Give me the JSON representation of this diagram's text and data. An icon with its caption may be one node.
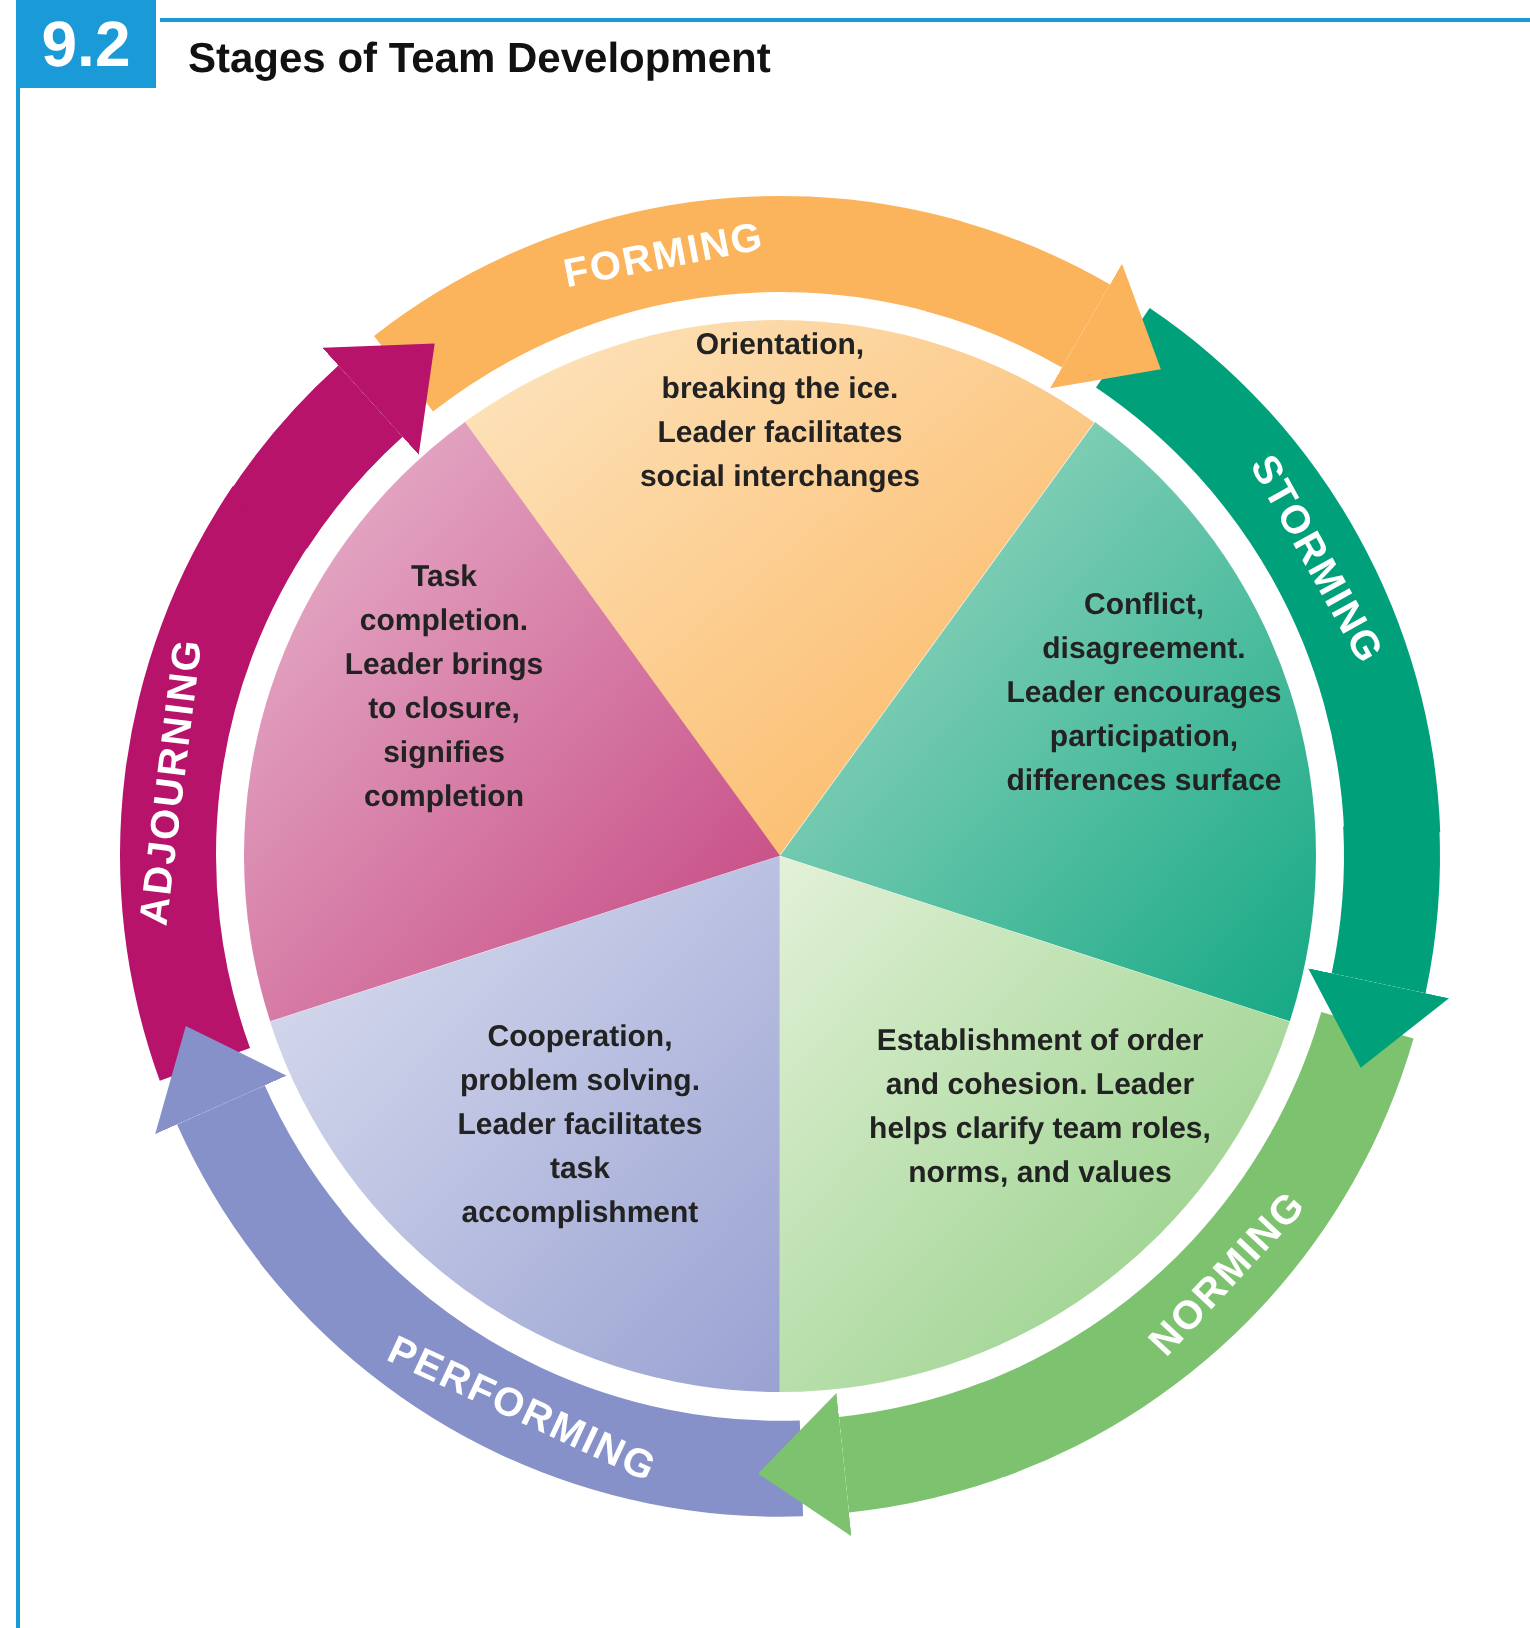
{
  "diagram": {
    "title": "Stages of Team Development",
    "nodes": [
      {
        "text": [
          "FORMING"
        ]
      },
      {
        "text": [
          "STORMING"
        ]
      },
      {
        "text": [
          "NORMING"
        ]
      },
      {
        "text": [
          "PERFORMING"
        ]
      },
      {
        "text": [
          "ADJOURNING"
        ]
      },
      {
        "text": [
          "Orientation, breaking the ice. Leader facilitates social interchanges"
        ]
      },
      {
        "text": [
          "Conflict, disagreement. Leader encourages participation, differences surface"
        ]
      },
      {
        "text": [
          "Establishment of order and cohesion. Leader helps clarify team roles, norms, and values"
        ]
      },
      {
        "text": [
          "Cooperation, problem solving. Leader facilitates task accomplishment"
        ]
      },
      {
        "text": [
          "Task completion. Leader brings to closure, signifies completion"
        ]
      }
    ],
    "edges": [
      {
        "from": 0,
        "to": 1,
        "arrow": "to",
        "color": "#fbb45c"
      },
      {
        "from": 1,
        "to": 2,
        "arrow": "to",
        "color": "#00a07a"
      },
      {
        "from": 2,
        "to": 3,
        "arrow": "to",
        "color": "#7dc36f"
      },
      {
        "from": 3,
        "to": 4,
        "arrow": "to",
        "color": "#8591c8"
      },
      {
        "from": 4,
        "to": 0,
        "arrow": "to",
        "color": "#b8136b"
      }
    ],
    "labels": [
      "9.2"
    ]
  }
}
